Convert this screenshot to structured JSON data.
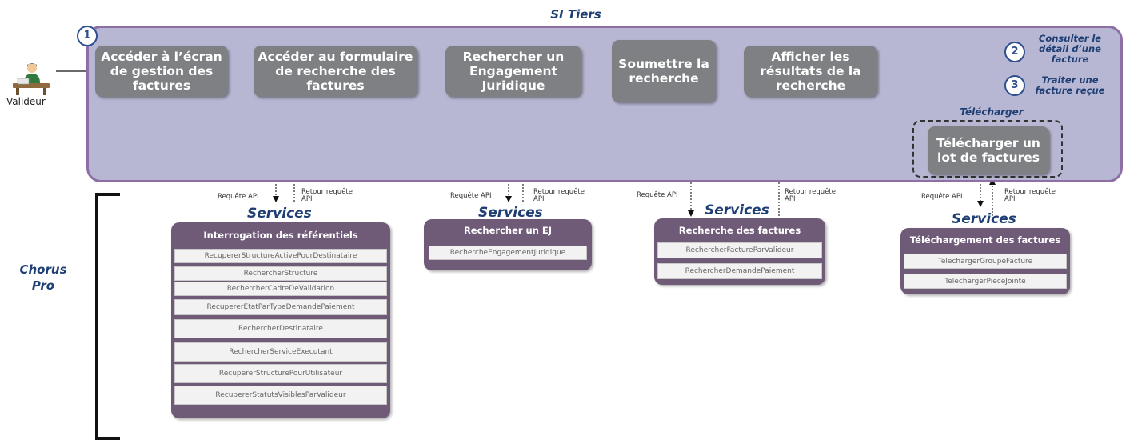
{
  "si_title": "SI Tiers",
  "actor": {
    "label": "Valideur"
  },
  "markers": {
    "m1": "1",
    "m2": "2",
    "m3": "3"
  },
  "steps": [
    "Accéder à l’écran de gestion des factures",
    "Accéder au formulaire de recherche des factures",
    "Rechercher un Engagement Juridique",
    "Soumettre la recherche",
    "Afficher les résultats de la recherche",
    "Télécharger un lot de factures"
  ],
  "side_actions": {
    "consulter": "Consulter le détail d’une facture",
    "traiter": "Traiter une facture reçue"
  },
  "download_group_label": "Télécharger",
  "api": {
    "request": "Requête API",
    "return": "Retour requête API"
  },
  "services_label": "Services",
  "chorus_label": "Chorus Pro",
  "service_boxes": [
    {
      "title": "Interrogation des référentiels",
      "items": [
        "RecupererStructureActivePourDestinataire",
        "RechercherStructure",
        "RechercherCadreDeValidation",
        "RecupererEtatParTypeDemandePaiement",
        "RechercherDestinataire",
        "RechercherServiceExecutant",
        "RecupererStructurePourUtilisateur",
        "RecupererStatutsVisiblesParValideur"
      ]
    },
    {
      "title": "Rechercher un EJ",
      "items": [
        "RechercheEngagementJuridique"
      ]
    },
    {
      "title": "Recherche des factures",
      "items": [
        "RechercherFactureParValideur",
        "RechercherDemandePaiement"
      ]
    },
    {
      "title": "Téléchargement des factures",
      "items": [
        "TelechargerGroupeFacture",
        "TelechargerPieceJointe"
      ]
    }
  ],
  "colors": {
    "panel_fill": "#b7b7d3",
    "panel_border": "#8d6fa6",
    "step_fill": "#7f8083",
    "service_fill": "#6f5a78",
    "heading_blue": "#1f3f74"
  }
}
